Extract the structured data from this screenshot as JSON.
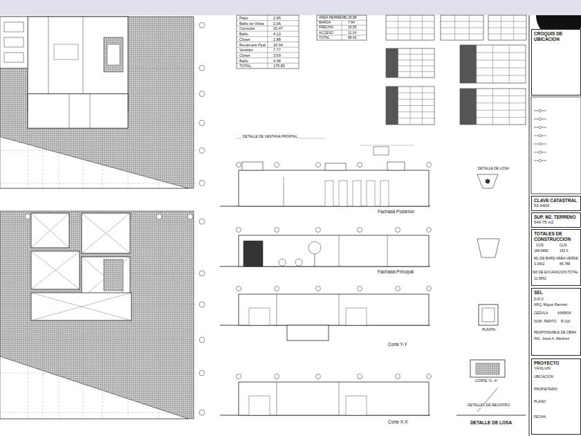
{
  "diagram": {
    "nodes": [
      {
        "text": [
          "CROQUIS DE UBICACION"
        ]
      },
      {
        "text": [
          "CLAVE CATASTRAL",
          "53-0409"
        ]
      },
      {
        "text": [
          "SUP. M2. TERRENO",
          "549.75 m2"
        ]
      },
      {
        "text": [
          "TOTALES DE CONSTRUCCION"
        ]
      },
      {
        "text": [
          "SEL"
        ]
      },
      {
        "text": [
          "PROYECTO",
          "YAXLUN"
        ]
      },
      {
        "text": [
          "DETALLE DE LOSA"
        ]
      }
    ],
    "labels": [
      "Patio",
      "Baño de Visita",
      "Comedor",
      "Baño",
      "Closet",
      "Recámara Ppal",
      "Vestidor",
      "Closet",
      "Baño",
      "TOTAL",
      "2.95",
      "2.06",
      "15.47",
      "4.13",
      "1.88",
      "16.94",
      "7.77",
      "3.59",
      "4.38",
      "175.80",
      "AREA PERMEABLE",
      "BARDA",
      "FRECHA",
      "ACCESO",
      "TOTAL",
      "26.88",
      "7.84",
      "16.55",
      "11.14",
      "88.41",
      "Fachada Posterior",
      "Fachada Principal",
      "Corte Y-Y",
      "Corte X-X",
      "DETALLE DE LOSA",
      "PLANTA",
      "CORTE \"A - A\"",
      "DETALLES DE REGISTRO",
      "COS",
      "CUS",
      "184.6882",
      "152.5",
      "ML.DE BARDA",
      "AREA VERDE",
      "3.0402",
      "86.788",
      "M3 DE EXCAVACION TOTAL",
      "11.3862",
      "D.R.O",
      "ARQ. Miguel Ramirez",
      "CEDULA",
      "4345654",
      "NUM. PERITO",
      "R-116",
      "RESPONSABLE DE OBRA",
      "ING. Jesús A. Martinez",
      "UBICACION",
      "PROPIETARIO",
      "PLANO",
      "FECHA",
      "DETALLE DE VENTANA FRONTAL"
    ]
  }
}
